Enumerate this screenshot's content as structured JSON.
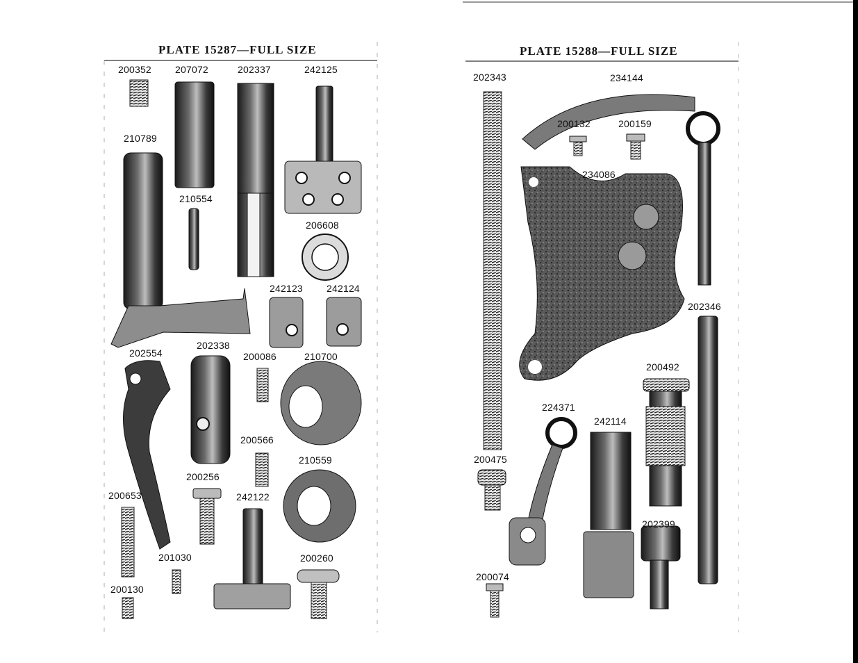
{
  "left_plate": {
    "title": "PLATE 15287—FULL SIZE",
    "parts": {
      "p200352": "200352",
      "p207072": "207072",
      "p202337": "202337",
      "p242125": "242125",
      "p210789": "210789",
      "p210554": "210554",
      "p206608": "206608",
      "p242123": "242123",
      "p242124": "242124",
      "p202554": "202554",
      "p202338": "202338",
      "p200086": "200086",
      "p210700": "210700",
      "p200566": "200566",
      "p210559": "210559",
      "p200256": "200256",
      "p242122": "242122",
      "p200653": "200653",
      "p201030": "201030",
      "p200260": "200260",
      "p200130": "200130"
    }
  },
  "right_plate": {
    "title": "PLATE 15288—FULL SIZE",
    "parts": {
      "p202343": "202343",
      "p234144": "234144",
      "p200132": "200132",
      "p200159": "200159",
      "p234086": "234086",
      "p202346": "202346",
      "p200492": "200492",
      "p224371": "224371",
      "p242114": "242114",
      "p200475": "200475",
      "p202399": "202399",
      "p200074": "200074"
    }
  }
}
